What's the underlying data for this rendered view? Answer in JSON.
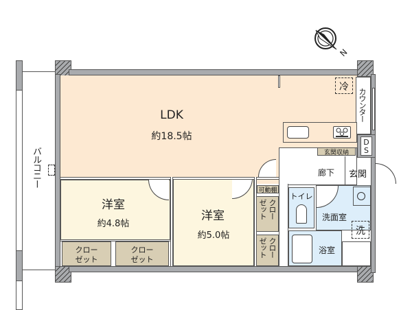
{
  "floorplan": {
    "compass": {
      "label": "N",
      "icon": "north-arrow-icon"
    },
    "rooms": {
      "ldk": {
        "name": "LDK",
        "area": "約18.5帖"
      },
      "western1": {
        "name": "洋室",
        "area": "約4.8帖"
      },
      "western2": {
        "name": "洋室",
        "area": "約5.0帖"
      },
      "hallway": {
        "name": "廊下"
      },
      "entrance": {
        "name": "玄関"
      },
      "toilet": {
        "name": "トイレ"
      },
      "washroom": {
        "name": "洗面室"
      },
      "bathroom": {
        "name": "浴室"
      },
      "balcony": {
        "name": "バルコニー"
      }
    },
    "fixtures": {
      "fridge": "冷",
      "counter": "カウンター",
      "ds": "DS",
      "entrance_storage": "玄関収納",
      "movable_shelf": "可動棚",
      "washer": "洗",
      "closet": "クローゼット",
      "closet_line1": "クロー",
      "closet_line2": "ゼット"
    },
    "colors": {
      "ldk": "#fde9d2",
      "western": "#fdf6df",
      "wet": "#ddeefa",
      "closet": "#d8ceb4",
      "wall": "#a9abae"
    }
  }
}
